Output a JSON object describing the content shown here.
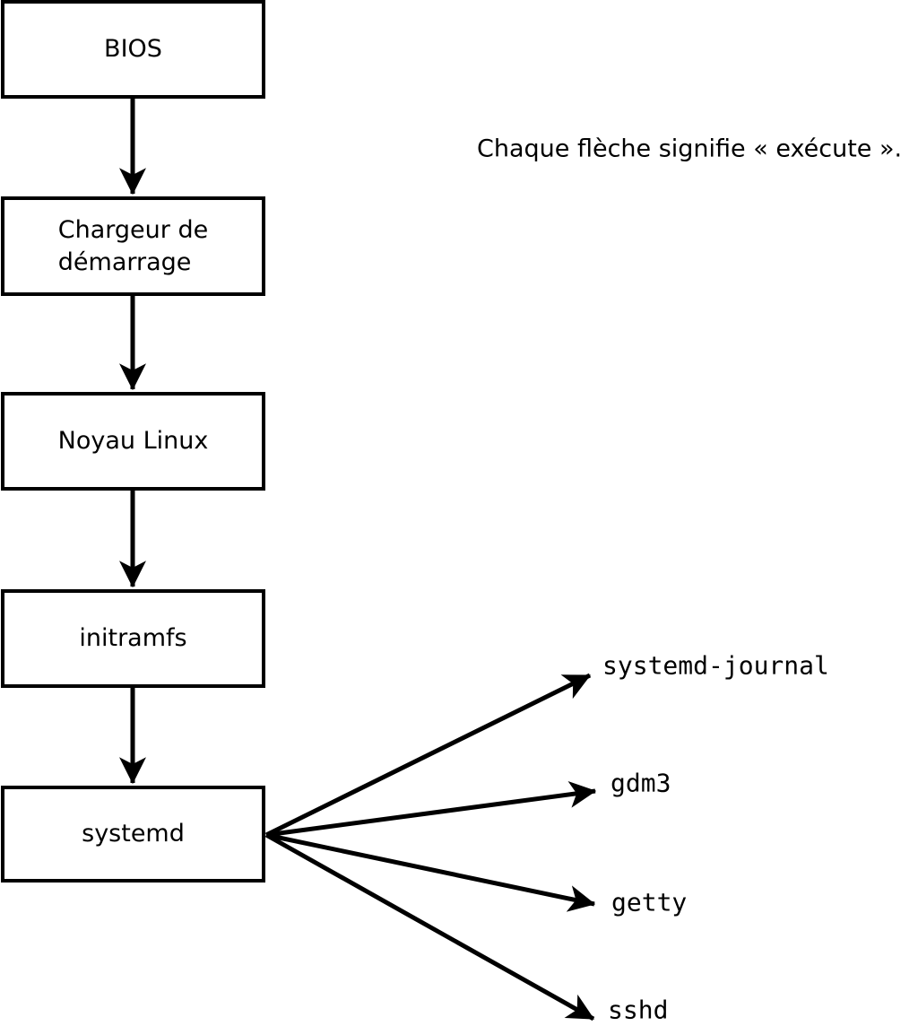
{
  "diagram": {
    "caption": "Chaque flèche signifie « exécute ».",
    "boxes": [
      {
        "id": "bios",
        "label": "BIOS"
      },
      {
        "id": "bootloader",
        "label": "Chargeur de\ndémarrage"
      },
      {
        "id": "kernel",
        "label": "Noyau Linux"
      },
      {
        "id": "initramfs",
        "label": "initramfs"
      },
      {
        "id": "systemd",
        "label": "systemd"
      }
    ],
    "processes": [
      {
        "label": "systemd-journal"
      },
      {
        "label": "gdm3"
      },
      {
        "label": "getty"
      },
      {
        "label": "sshd"
      }
    ],
    "colors": {
      "stroke": "#000000",
      "box_fill": "#ffffff",
      "background": "#ffffff",
      "text": "#000000"
    }
  }
}
